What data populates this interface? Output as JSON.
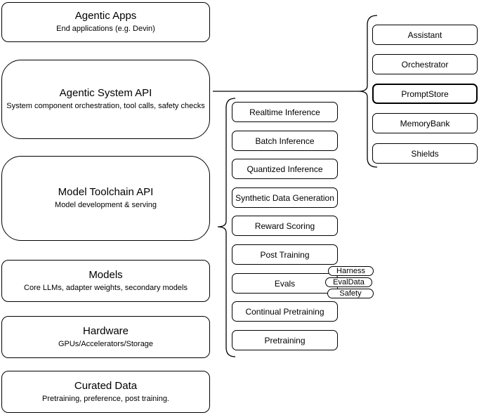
{
  "left_stack": [
    {
      "title": "Agentic Apps",
      "subtitle": "End applications (e.g. Devin)"
    },
    {
      "title": "Agentic System API",
      "subtitle": "System component orchestration, tool calls, safety checks"
    },
    {
      "title": "Model Toolchain API",
      "subtitle": "Model development & serving"
    },
    {
      "title": "Models",
      "subtitle": "Core LLMs, adapter weights, secondary models"
    },
    {
      "title": "Hardware",
      "subtitle": "GPUs/Accelerators/Storage"
    },
    {
      "title": "Curated Data",
      "subtitle": "Pretraining, preference, post training."
    }
  ],
  "toolchain_items": [
    {
      "label": "Realtime Inference"
    },
    {
      "label": "Batch Inference"
    },
    {
      "label": "Quantized Inference"
    },
    {
      "label": "Synthetic Data Generation"
    },
    {
      "label": "Reward Scoring"
    },
    {
      "label": "Post Training"
    },
    {
      "label": "Evals"
    },
    {
      "label": "Continual Pretraining"
    },
    {
      "label": "Pretraining"
    }
  ],
  "eval_tags": [
    {
      "label": "Harness"
    },
    {
      "label": "EvalData"
    },
    {
      "label": "Safety"
    }
  ],
  "system_items": [
    {
      "label": "Assistant"
    },
    {
      "label": "Orchestrator"
    },
    {
      "label": "PromptStore"
    },
    {
      "label": "MemoryBank"
    },
    {
      "label": "Shields"
    }
  ],
  "colors": {
    "background": "#ffffff",
    "stroke": "#000000",
    "text": "#000000"
  }
}
